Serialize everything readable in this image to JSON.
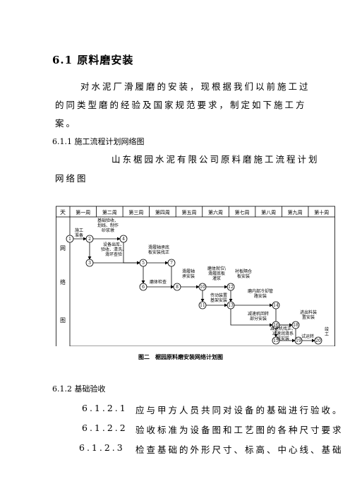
{
  "section_title": "6.1  原料磨安装",
  "intro": {
    "line1": "对水泥厂滑履磨的安装，现根据我们以前施工过",
    "line2": "的同类型磨的经验及国家规范要求，制定如下施工方",
    "line3": "案。"
  },
  "sub_611": "6.1.1 施工流程计划网络图",
  "network_title_line1": "山东椐园水泥有限公司原料磨施工流程计划",
  "network_title_line2": "网络图",
  "network": {
    "header_day": "天",
    "weeks": [
      "第一周",
      "第二周",
      "第三周",
      "第四周",
      "第五周",
      "第六周",
      "第七周",
      "第八周",
      "第九周",
      "第十周"
    ],
    "side_label": [
      "网",
      "络",
      "图"
    ],
    "caption": "图二　椐园原料磨安装网络计划图",
    "nodes": [
      "1",
      "2",
      "4",
      "3",
      "5",
      "7",
      "6",
      "8",
      "10",
      "12",
      "11",
      "13",
      "14",
      "16",
      "18",
      "15",
      "19",
      "20"
    ],
    "activities": {
      "a1": [
        "施工",
        "准备"
      ],
      "a2": [
        "基础验收、",
        "划线、制作",
        "砂浆墩"
      ],
      "a3": [
        "设备出库、",
        "验收、清洗、",
        "滑环查验"
      ],
      "a4": [
        "滑履轴承底",
        "板安装找正"
      ],
      "a5": "磨体检查",
      "a6": [
        "滑履轴",
        "承安装"
      ],
      "a7": [
        "磨体就位\\",
        "滑履底板",
        "灌浆"
      ],
      "a8": [
        "衬板隔仓",
        "板安装"
      ],
      "a9": [
        "传动装置",
        "基架安装"
      ],
      "a10": [
        "磨内部冷却管",
        "路安装"
      ],
      "a11": [
        "减速机回转",
        "部分安装"
      ],
      "a12": [
        "进出料装",
        "置安装"
      ],
      "a13": [
        "减速机找正、",
        "减速润滑系",
        "统安装"
      ],
      "a14": "试运转",
      "a15": [
        "竣",
        "工"
      ]
    }
  },
  "sub_612": "6.1.2 基础验收",
  "items": [
    {
      "num": "6.1.2.1",
      "text": "应与甲方人员共同对设备的基础进行验收。"
    },
    {
      "num": "6.1.2.2",
      "text": "验收标准为设备图和工艺图的各种尺寸要求"
    },
    {
      "num": "6.1.2.3",
      "text": "检查基础的外形尺寸、标高、中心线、基础"
    }
  ]
}
